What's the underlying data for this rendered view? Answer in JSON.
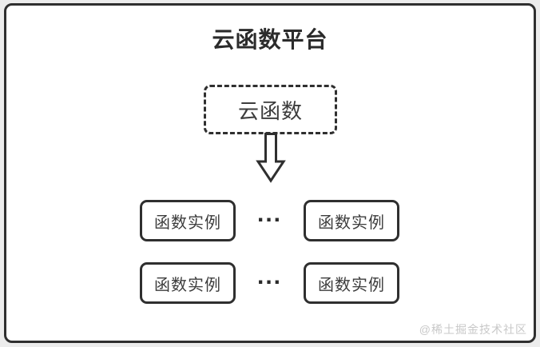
{
  "diagram": {
    "title": "云函数平台",
    "cloud_box": {
      "label": "云函数"
    },
    "rows": [
      {
        "left": "函数实例",
        "dots": "...",
        "right": "函数实例"
      },
      {
        "left": "函数实例",
        "dots": "...",
        "right": "函数实例"
      }
    ],
    "watermark": "@稀土掘金技术社区"
  },
  "icons": {
    "flow_arrow": "down-arrow-outline"
  },
  "colors": {
    "page_background": "#ececec",
    "surface": "#ffffff",
    "border": "#2f2f2f",
    "title_text": "#2b2b2b",
    "box_text": "#3c3c3c",
    "watermark_text": "#c8c8c8"
  }
}
